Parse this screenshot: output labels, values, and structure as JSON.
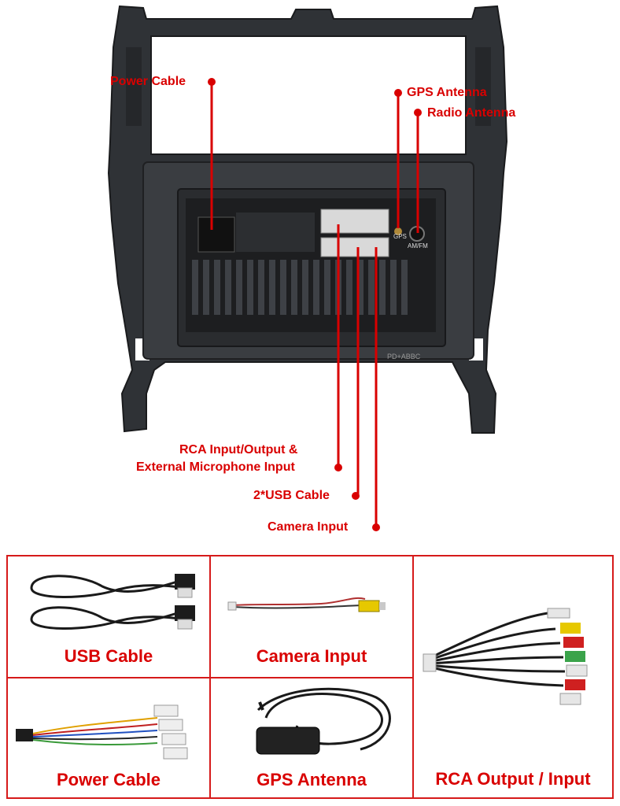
{
  "callouts": {
    "power_cable": "Power Cable",
    "gps_antenna": "GPS Antenna",
    "radio_antenna": "Radio Antenna",
    "rca_line1": "RCA Input/Output &",
    "rca_line2": "External Microphone Input",
    "usb": "2*USB Cable",
    "camera": "Camera Input"
  },
  "unit_marks": {
    "gps_tag": "GPS",
    "am_tag": "AM/FM",
    "bottom_code": "PD+ABBC"
  },
  "accessories": {
    "usb": "USB Cable",
    "camera": "Camera Input",
    "rca": "RCA Output / Input",
    "power": "Power Cable",
    "gps": "GPS Antenna"
  },
  "colors": {
    "accent": "#d90000",
    "border": "#d61a1a",
    "frame": "#2b2d30"
  }
}
